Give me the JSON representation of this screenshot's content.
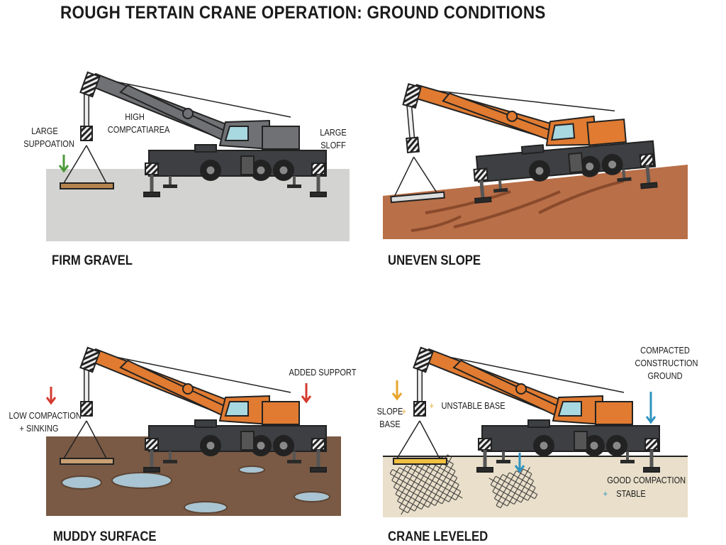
{
  "title": "ROUGH TERTAIN CRANE OPERATION: GROUND CONDITIONS",
  "colors": {
    "gray_crane": "#6f7174",
    "orange_crane": "#e07b31",
    "gravel": "#d3d3d1",
    "slope": "#b96f48",
    "mud": "#7a5a45",
    "compacted": "#e9dfca",
    "green_arrow": "#4b9a3a",
    "red_arrow": "#d43a2f",
    "yellow_arrow": "#e8a52a",
    "blue_arrow": "#2f93c0"
  },
  "panels": [
    {
      "label": "FIRM GRAVEL",
      "annotations": [
        {
          "text": "LARGE\nSUPPOATION"
        },
        {
          "text": "HIGH\nCOMPCATIAREA"
        },
        {
          "text": "LARGE\nSLOFF"
        }
      ]
    },
    {
      "label": "UNEVEN SLOPE",
      "annotations": []
    },
    {
      "label": "MUDDY SURFACE",
      "annotations": [
        {
          "text": "LOW COMPACTION\n+ SINKING"
        },
        {
          "text": "ADDED SUPPORT"
        }
      ]
    },
    {
      "label": "CRANE LEVELED",
      "annotations": [
        {
          "text": "SLOPE\nBASE"
        },
        {
          "text": "UNSTABLE BASE"
        },
        {
          "text": "COMPACTED\nCONSTRUCTION\nGROUND"
        },
        {
          "text": "GOOD COMPACTION"
        },
        {
          "text": "STABLE"
        }
      ]
    }
  ]
}
